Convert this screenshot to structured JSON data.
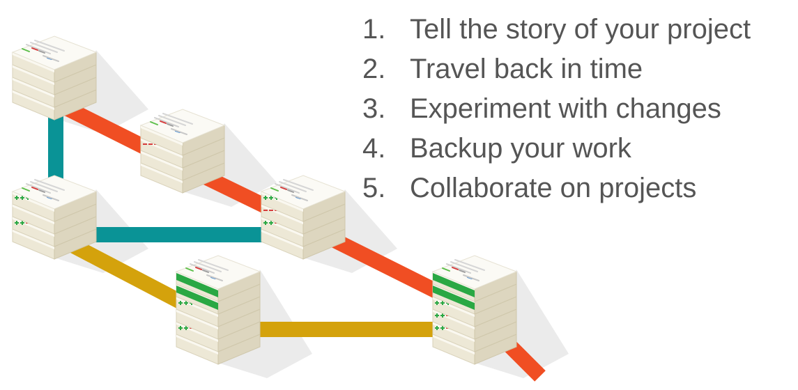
{
  "list": {
    "items": [
      {
        "number": "1.",
        "text": "Tell the story of your project"
      },
      {
        "number": "2.",
        "text": "Travel back in time"
      },
      {
        "number": "3.",
        "text": "Experiment with changes"
      },
      {
        "number": "4.",
        "text": "Backup your work"
      },
      {
        "number": "5.",
        "text": "Collaborate on projects"
      }
    ]
  },
  "colors": {
    "main_branch": "#f04e23",
    "teal_branch": "#0a9396",
    "gold_branch": "#d4a20c",
    "text": "#555555",
    "plus_marker": "#2aa844",
    "minus_marker": "#d63b3b"
  }
}
